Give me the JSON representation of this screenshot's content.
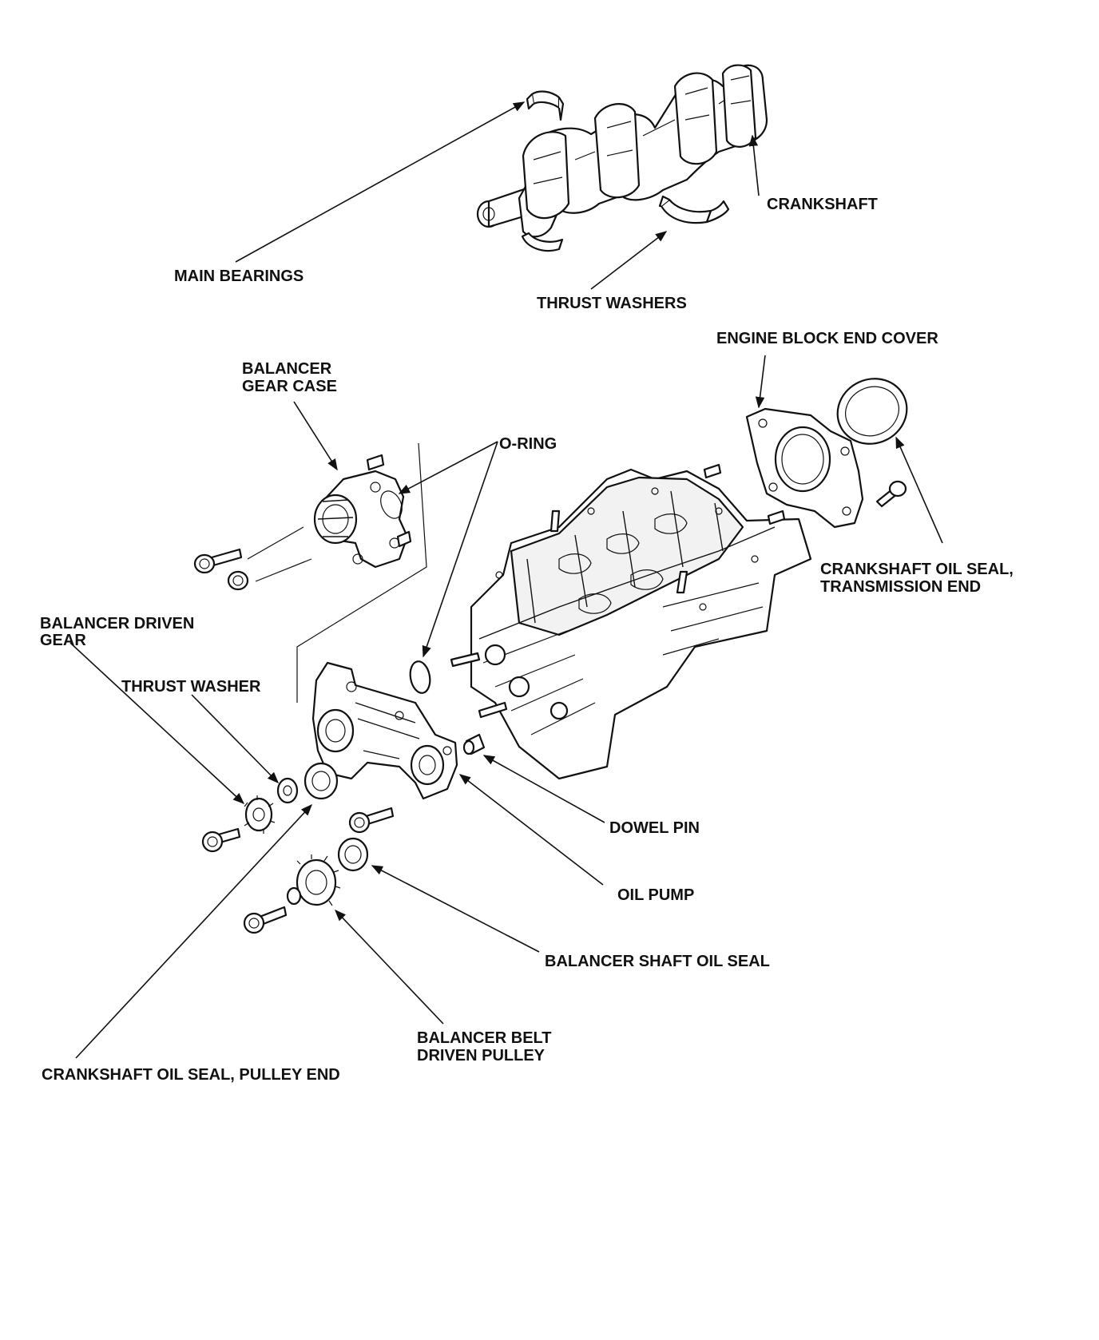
{
  "diagram": {
    "labels": {
      "crankshaft": "CRANKSHAFT",
      "main_bearings": "MAIN BEARINGS",
      "thrust_washers": "THRUST WASHERS",
      "engine_block_end_cover": "ENGINE BLOCK END COVER",
      "balancer_gear_case_1": "BALANCER",
      "balancer_gear_case_2": "GEAR CASE",
      "o_ring": "O-RING",
      "crankshaft_oil_seal_trans_1": "CRANKSHAFT OIL SEAL,",
      "crankshaft_oil_seal_trans_2": "TRANSMISSION END",
      "balancer_driven_gear_1": "BALANCER DRIVEN",
      "balancer_driven_gear_2": "GEAR",
      "thrust_washer": "THRUST WASHER",
      "dowel_pin": "DOWEL PIN",
      "oil_pump": "OIL PUMP",
      "balancer_shaft_oil_seal": "BALANCER SHAFT OIL SEAL",
      "balancer_belt_driven_pulley_1": "BALANCER BELT",
      "balancer_belt_driven_pulley_2": "DRIVEN PULLEY",
      "crankshaft_oil_seal_pulley": "CRANKSHAFT OIL SEAL, PULLEY END"
    }
  }
}
